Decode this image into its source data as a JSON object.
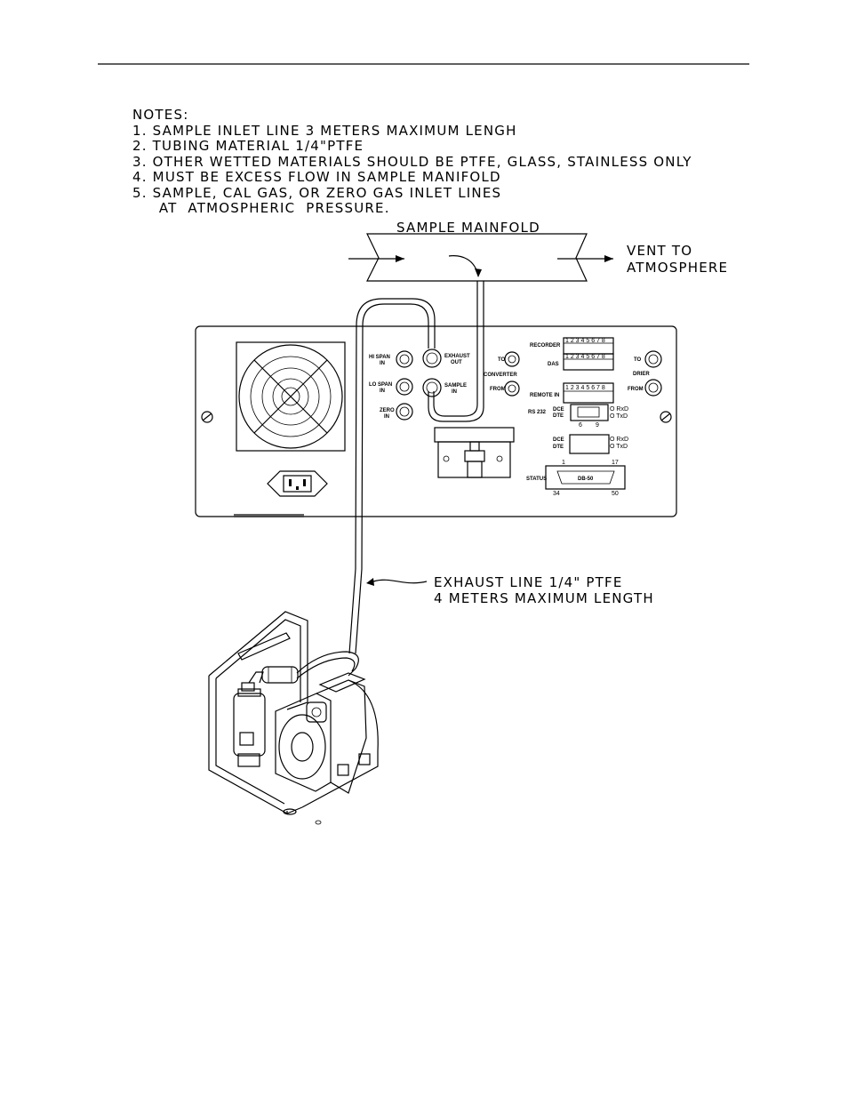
{
  "notes": {
    "title": "NOTES:",
    "items": [
      "1.  SAMPLE  INLET  LINE  3  METERS  MAXIMUM  LENGH",
      "2.  TUBING  MATERIAL  1/4\"PTFE",
      "3.  OTHER  WETTED  MATERIALS  SHOULD  BE  PTFE,  GLASS,  STAINLESS  ONLY",
      "4.  MUST  BE  EXCESS  FLOW  IN  SAMPLE  MANIFOLD",
      "5.  SAMPLE,  CAL  GAS,  OR  ZERO  GAS  INLET  LINES",
      "     AT  ATMOSPHERIC  PRESSURE."
    ]
  },
  "manifold": {
    "title": "SAMPLE  MAINFOLD",
    "vent_line1": "VENT  TO",
    "vent_line2": "ATMOSPHERE"
  },
  "exhaust_note": {
    "line1": "EXHAUST  LINE  1/4\"  PTFE",
    "line2": "4  METERS  MAXIMUM  LENGTH"
  },
  "panel": {
    "hi_span_1": "HI  SPAN",
    "hi_span_2": "IN",
    "lo_span_1": "LO  SPAN",
    "lo_span_2": "IN",
    "zero_1": "ZERO",
    "zero_2": "IN",
    "exhaust_1": "EXHAUST",
    "exhaust_2": "OUT",
    "sample_1": "SAMPLE",
    "sample_2": "IN",
    "to_left": "TO",
    "converter": "CONVERTER",
    "from_left": "FROM",
    "recorder": "RECORDER",
    "das": "DAS",
    "remote_in": "REMOTE  IN",
    "pin_numbers": "1 2 3 4 5 6 7 8",
    "rs232": "RS  232",
    "dce": "DCE",
    "dte": "DTE",
    "rxd": "O RxD",
    "txd": "O TxD",
    "db9_pin_a": "6",
    "db9_pin_b": "9",
    "status": "STATUS",
    "db50": "DB-50",
    "db50_pin_1": "1",
    "db50_pin_17": "17",
    "db50_pin_34": "34",
    "db50_pin_50": "50",
    "to_right": "TO",
    "drier": "DRIER",
    "from_right": "FROM"
  }
}
